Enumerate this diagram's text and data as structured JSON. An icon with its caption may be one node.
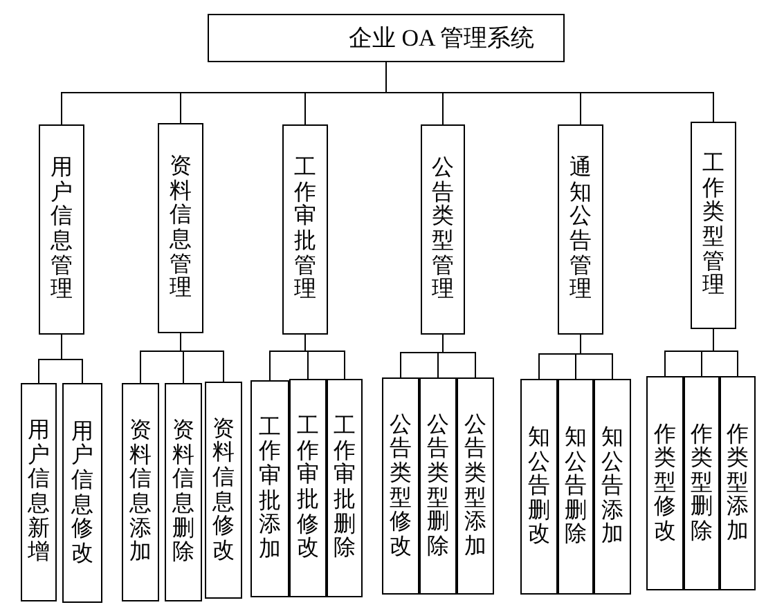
{
  "diagram": {
    "nodes": [
      {
        "text": [
          "企业 OA 管理系统"
        ]
      },
      {
        "text": [
          "用户信息管理"
        ]
      },
      {
        "text": [
          "资料信息管理"
        ]
      },
      {
        "text": [
          "工作审批管理"
        ]
      },
      {
        "text": [
          "公告类型管理"
        ]
      },
      {
        "text": [
          "通知公告管理"
        ]
      },
      {
        "text": [
          "工作类型管理"
        ]
      },
      {
        "text": [
          "用户信息新增"
        ]
      },
      {
        "text": [
          "用户信息修改"
        ]
      },
      {
        "text": [
          "资料信息添加"
        ]
      },
      {
        "text": [
          "资料信息删除"
        ]
      },
      {
        "text": [
          "资料信息修改"
        ]
      },
      {
        "text": [
          "工作审批添加"
        ]
      },
      {
        "text": [
          "工作审批修改"
        ]
      },
      {
        "text": [
          "工作审批删除"
        ]
      },
      {
        "text": [
          "公告类型修改"
        ]
      },
      {
        "text": [
          "公告类型删除"
        ]
      },
      {
        "text": [
          "公告类型添加"
        ]
      },
      {
        "text": [
          "知公告删改"
        ]
      },
      {
        "text": [
          "知公告删除"
        ]
      },
      {
        "text": [
          "知公告添加"
        ]
      },
      {
        "text": [
          "作类型修改"
        ]
      },
      {
        "text": [
          "作类型删除"
        ]
      },
      {
        "text": [
          "作类型添加"
        ]
      }
    ],
    "edges": [
      {
        "from": 0,
        "to": 1,
        "arrow": "none"
      },
      {
        "from": 0,
        "to": 2,
        "arrow": "none"
      },
      {
        "from": 0,
        "to": 3,
        "arrow": "none"
      },
      {
        "from": 0,
        "to": 4,
        "arrow": "none"
      },
      {
        "from": 0,
        "to": 5,
        "arrow": "none"
      },
      {
        "from": 0,
        "to": 6,
        "arrow": "none"
      },
      {
        "from": 1,
        "to": 7,
        "arrow": "none"
      },
      {
        "from": 1,
        "to": 8,
        "arrow": "none"
      },
      {
        "from": 2,
        "to": 9,
        "arrow": "none"
      },
      {
        "from": 2,
        "to": 10,
        "arrow": "none"
      },
      {
        "from": 2,
        "to": 11,
        "arrow": "none"
      },
      {
        "from": 3,
        "to": 12,
        "arrow": "none"
      },
      {
        "from": 3,
        "to": 13,
        "arrow": "none"
      },
      {
        "from": 3,
        "to": 14,
        "arrow": "none"
      },
      {
        "from": 4,
        "to": 15,
        "arrow": "none"
      },
      {
        "from": 4,
        "to": 16,
        "arrow": "none"
      },
      {
        "from": 4,
        "to": 17,
        "arrow": "none"
      },
      {
        "from": 5,
        "to": 18,
        "arrow": "none"
      },
      {
        "from": 5,
        "to": 19,
        "arrow": "none"
      },
      {
        "from": 5,
        "to": 20,
        "arrow": "none"
      },
      {
        "from": 6,
        "to": 21,
        "arrow": "none"
      },
      {
        "from": 6,
        "to": 22,
        "arrow": "none"
      },
      {
        "from": 6,
        "to": 23,
        "arrow": "none"
      }
    ]
  }
}
